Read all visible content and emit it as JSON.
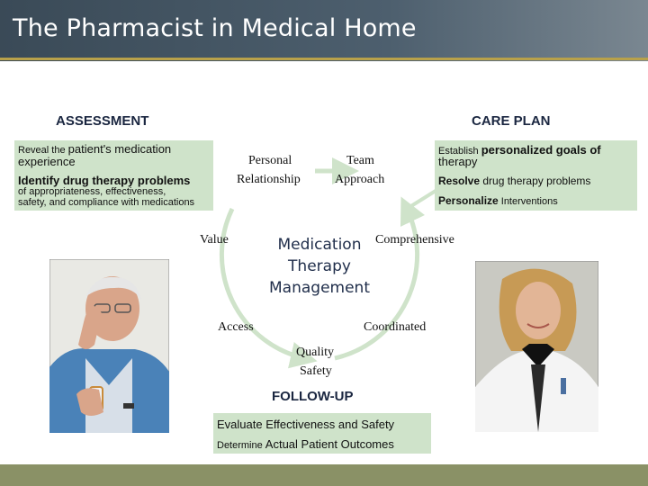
{
  "header": {
    "title": "The Pharmacist in Medical Home"
  },
  "assessment": {
    "heading": "ASSESSMENT",
    "line1_pre": "Reveal the ",
    "line1_emph": "patient's medication",
    "line2": "experience",
    "line3": "Identify drug therapy problems",
    "line4": "of appropriateness, effectiveness,",
    "line5": "safety, and compliance with medications"
  },
  "care_plan": {
    "heading": "CARE PLAN",
    "line1_pre": "Establish ",
    "line1_emph": "personalized goals of",
    "line2": "therapy",
    "line3_emph": "Resolve",
    "line3_rest": " drug therapy problems",
    "line4_emph": "Personalize",
    "line4_rest": " Interventions"
  },
  "cycle": {
    "personal": "Personal",
    "relationship": "Relationship",
    "team": "Team",
    "approach": "Approach",
    "value": "Value",
    "comprehensive": "Comprehensive",
    "access": "Access",
    "coordinated": "Coordinated",
    "quality": "Quality",
    "safety": "Safety",
    "center_line1": "Medication",
    "center_line2": "Therapy",
    "center_line3": "Management"
  },
  "follow_up": {
    "heading": "FOLLOW-UP",
    "line1": "Evaluate Effectiveness and Safety",
    "line2_pre": "Determine ",
    "line2_emph": "Actual Patient Outcomes"
  },
  "colors": {
    "header": "#4d5f6e",
    "accent_line": "#b8a14a",
    "box": "#cfe3ca",
    "cycle_arrow": "#cfe3ca",
    "footer": "#8a9166",
    "heading_text": "#1a2640"
  }
}
